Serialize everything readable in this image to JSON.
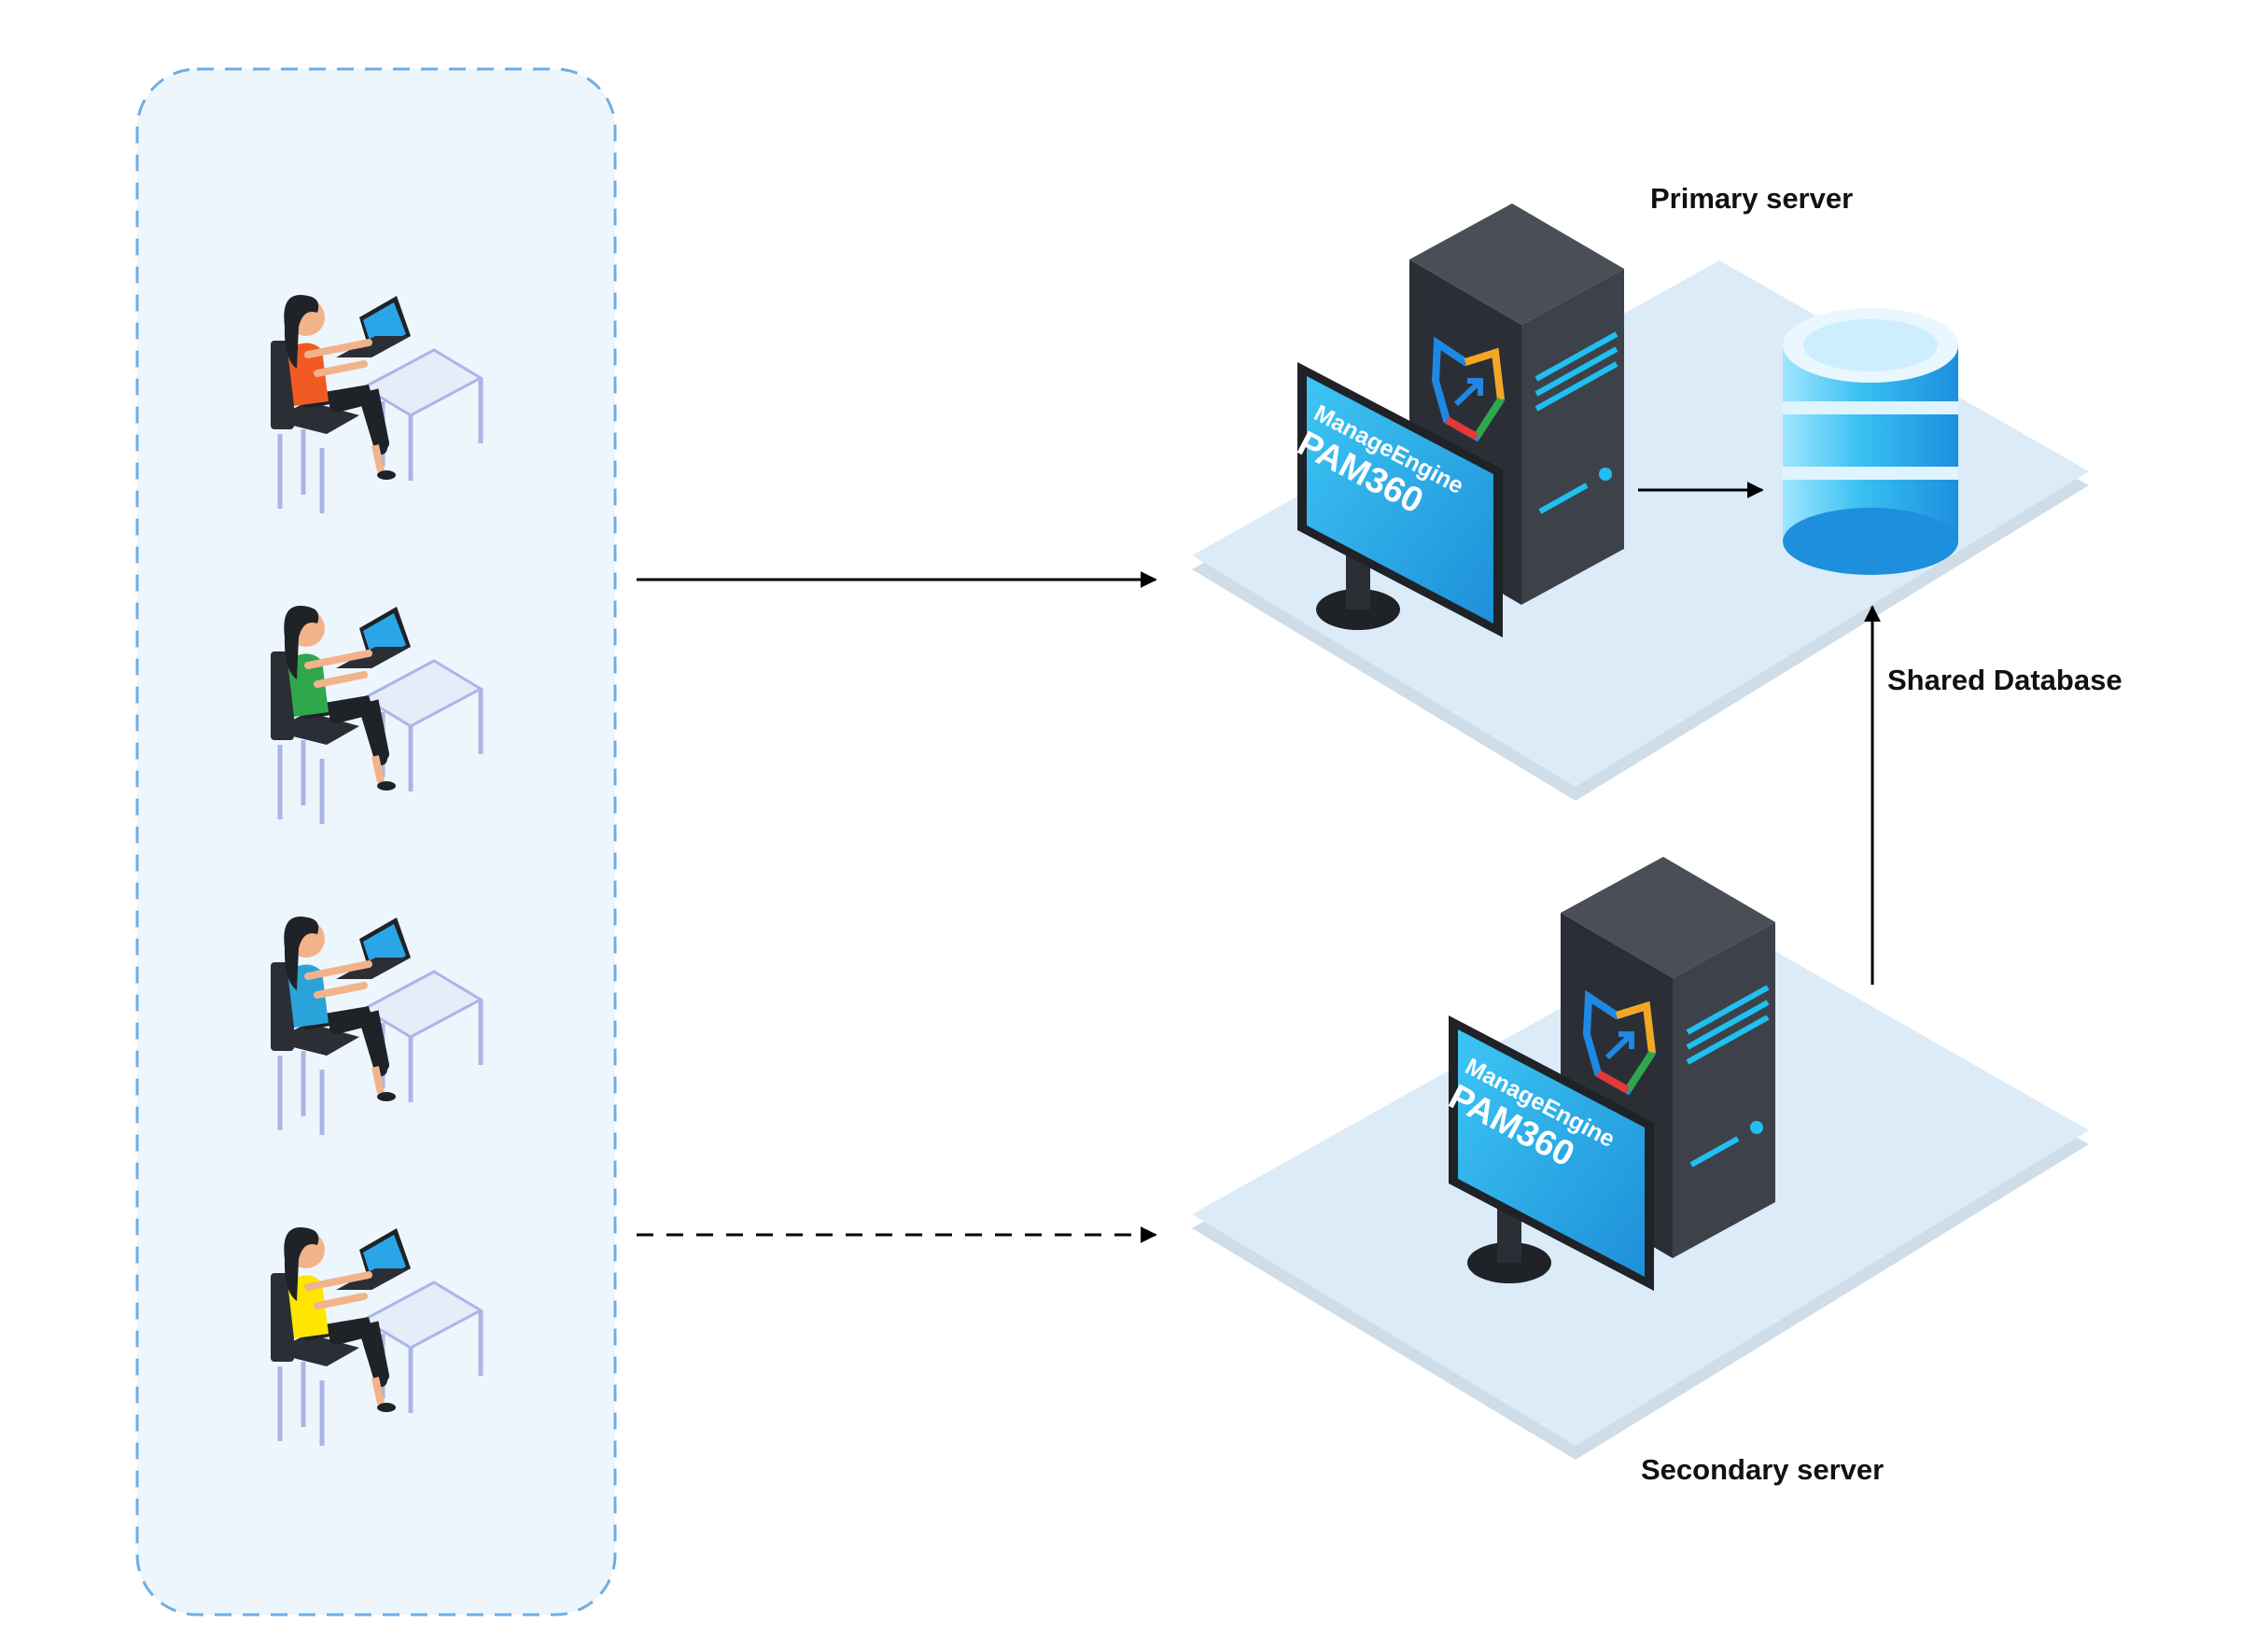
{
  "labels": {
    "primary_server": "Primary server",
    "secondary_server": "Secondary server",
    "shared_database": "Shared Database"
  },
  "monitor": {
    "brand": "ManageEngine",
    "product": "PAM360"
  },
  "users": [
    {
      "shirt_color": "#f15a22"
    },
    {
      "shirt_color": "#2ea84a"
    },
    {
      "shirt_color": "#29a3d8"
    },
    {
      "shirt_color": "#ffe600"
    }
  ],
  "connections": [
    {
      "from": "users",
      "to": "primary-server",
      "style": "solid"
    },
    {
      "from": "users",
      "to": "secondary-server",
      "style": "dashed"
    },
    {
      "from": "primary-server",
      "to": "shared-database",
      "style": "solid"
    },
    {
      "from": "secondary-server",
      "to": "shared-database",
      "style": "solid"
    }
  ],
  "colors": {
    "user_panel_fill": "#eef6fd",
    "user_panel_border": "#6eaee3",
    "platform": "#dcebf8",
    "server_body": "#2f3338",
    "accent_cyan": "#1fc0f0",
    "database": "#32b6ef"
  }
}
